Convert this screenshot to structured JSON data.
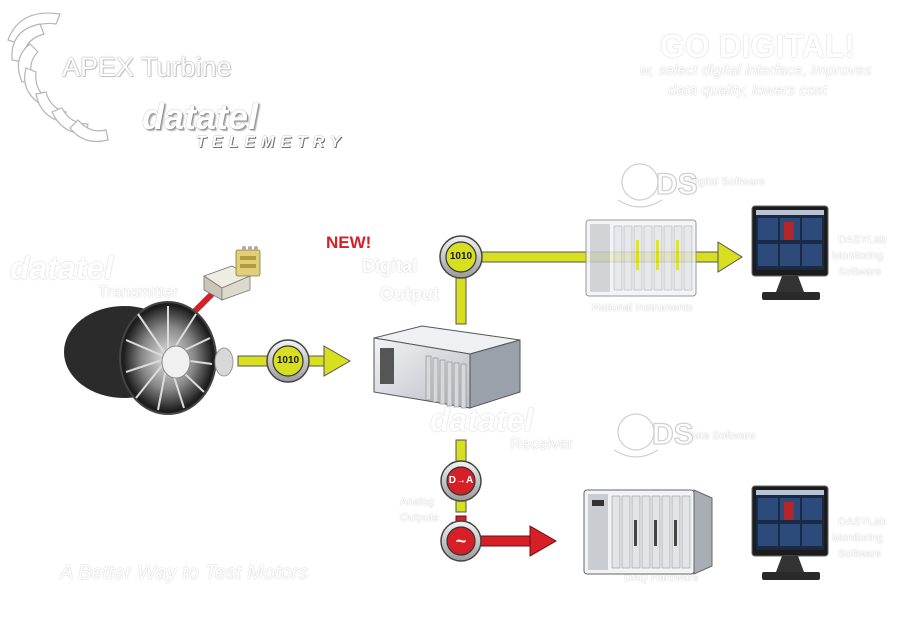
{
  "logo": {
    "brand": "APEX Turbine",
    "datatel": "datatel",
    "telemetry": "TELEMETRY"
  },
  "new_badge": "NEW!",
  "badges": {
    "digital_code": "1010",
    "transmitter_code": "1010",
    "dac": "D→A",
    "analog": "~"
  },
  "ghost_text": {
    "go_digital": "GO DIGITAL!",
    "tagline_1": "w, select digital interface, improves",
    "tagline_2": "data quality, lowers cost",
    "transmitter_brand": "datatel",
    "transmitter_label": "Transmitter",
    "digital_label": "Digital",
    "output_label": "Output",
    "receiver_brand": "datatel",
    "receiver_label": "Receiver",
    "analog_label": "Analog",
    "outputs_label": "Outputs",
    "ds_top": "Digital Software",
    "ds_bottom": "Data Software",
    "ni_top": "National Instruments",
    "ni_bottom": "DAQ Hardware",
    "sw_top_1": "DASYLab",
    "sw_top_2": "Monitoring",
    "sw_top_3": "Software",
    "sw_bottom_1": "DASYLab",
    "sw_bottom_2": "Monitoring",
    "sw_bottom_3": "Software",
    "footer": "A Better Way to Test Motors"
  },
  "colors": {
    "yellow": "#d7df1f",
    "red": "#d61f26",
    "dark": "#333333"
  }
}
